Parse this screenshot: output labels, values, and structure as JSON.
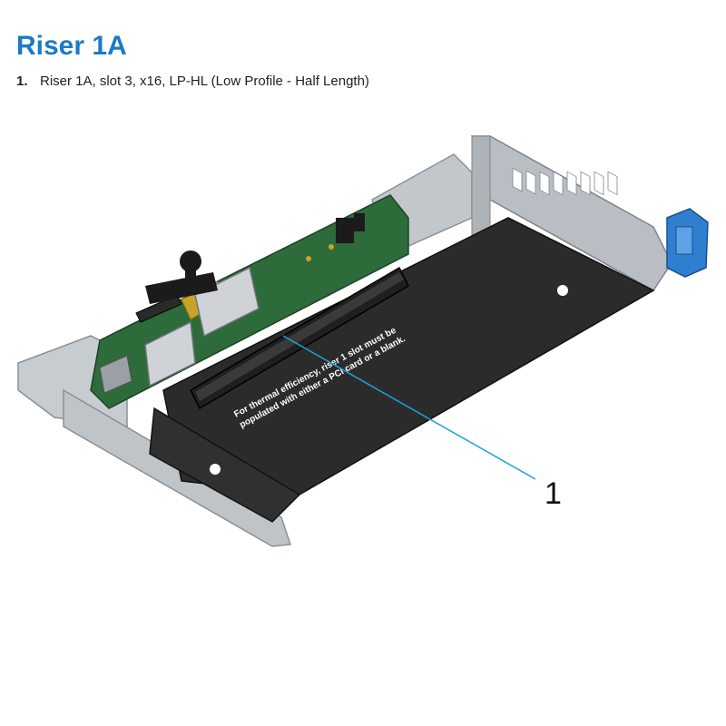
{
  "heading": "Riser 1A",
  "legend": [
    {
      "number": "1.",
      "text": "Riser 1A, slot 3, x16, LP-HL (Low Profile - Half Length)"
    }
  ],
  "figure": {
    "callout": "1",
    "plate_label_line1": "For thermal efficiency, riser 1 slot must be",
    "plate_label_line2": "populated with either a PCI card or a blank.",
    "colors": {
      "heading": "#1a7bc6",
      "callout_line": "#1aa3d9",
      "plate": "#2b2b2b",
      "bracket": "#b9bec4",
      "pcb": "#2e6b3a",
      "latch": "#2f7fd1"
    }
  }
}
